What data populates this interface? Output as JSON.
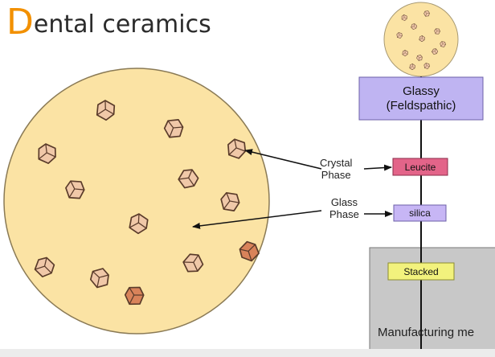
{
  "title": {
    "initial": "D",
    "rest": "ental ceramics"
  },
  "callouts": {
    "crystal_phase": "Crystal\nPhase",
    "glass_phase": "Glass\nPhase"
  },
  "structure_labels": {
    "glassy": "Glassy",
    "feldspathic": "(Feldspathic)",
    "leucite": "Leucite",
    "silica": "silica",
    "stacked": "Stacked",
    "manufacturing": "Manufacturing me"
  },
  "colors": {
    "title_initial": "#f29000",
    "disc_fill": "#fbe3a4",
    "crystal_fill": "#f0c8a8",
    "crystal_dark_fill": "#d9835a",
    "glassy_box": "#bfb4f2",
    "leucite_box": "#e36489",
    "silica_box": "#c7b6f5",
    "stacked_box": "#f2f27d",
    "manufacturing_panel": "#c8c8c8"
  }
}
